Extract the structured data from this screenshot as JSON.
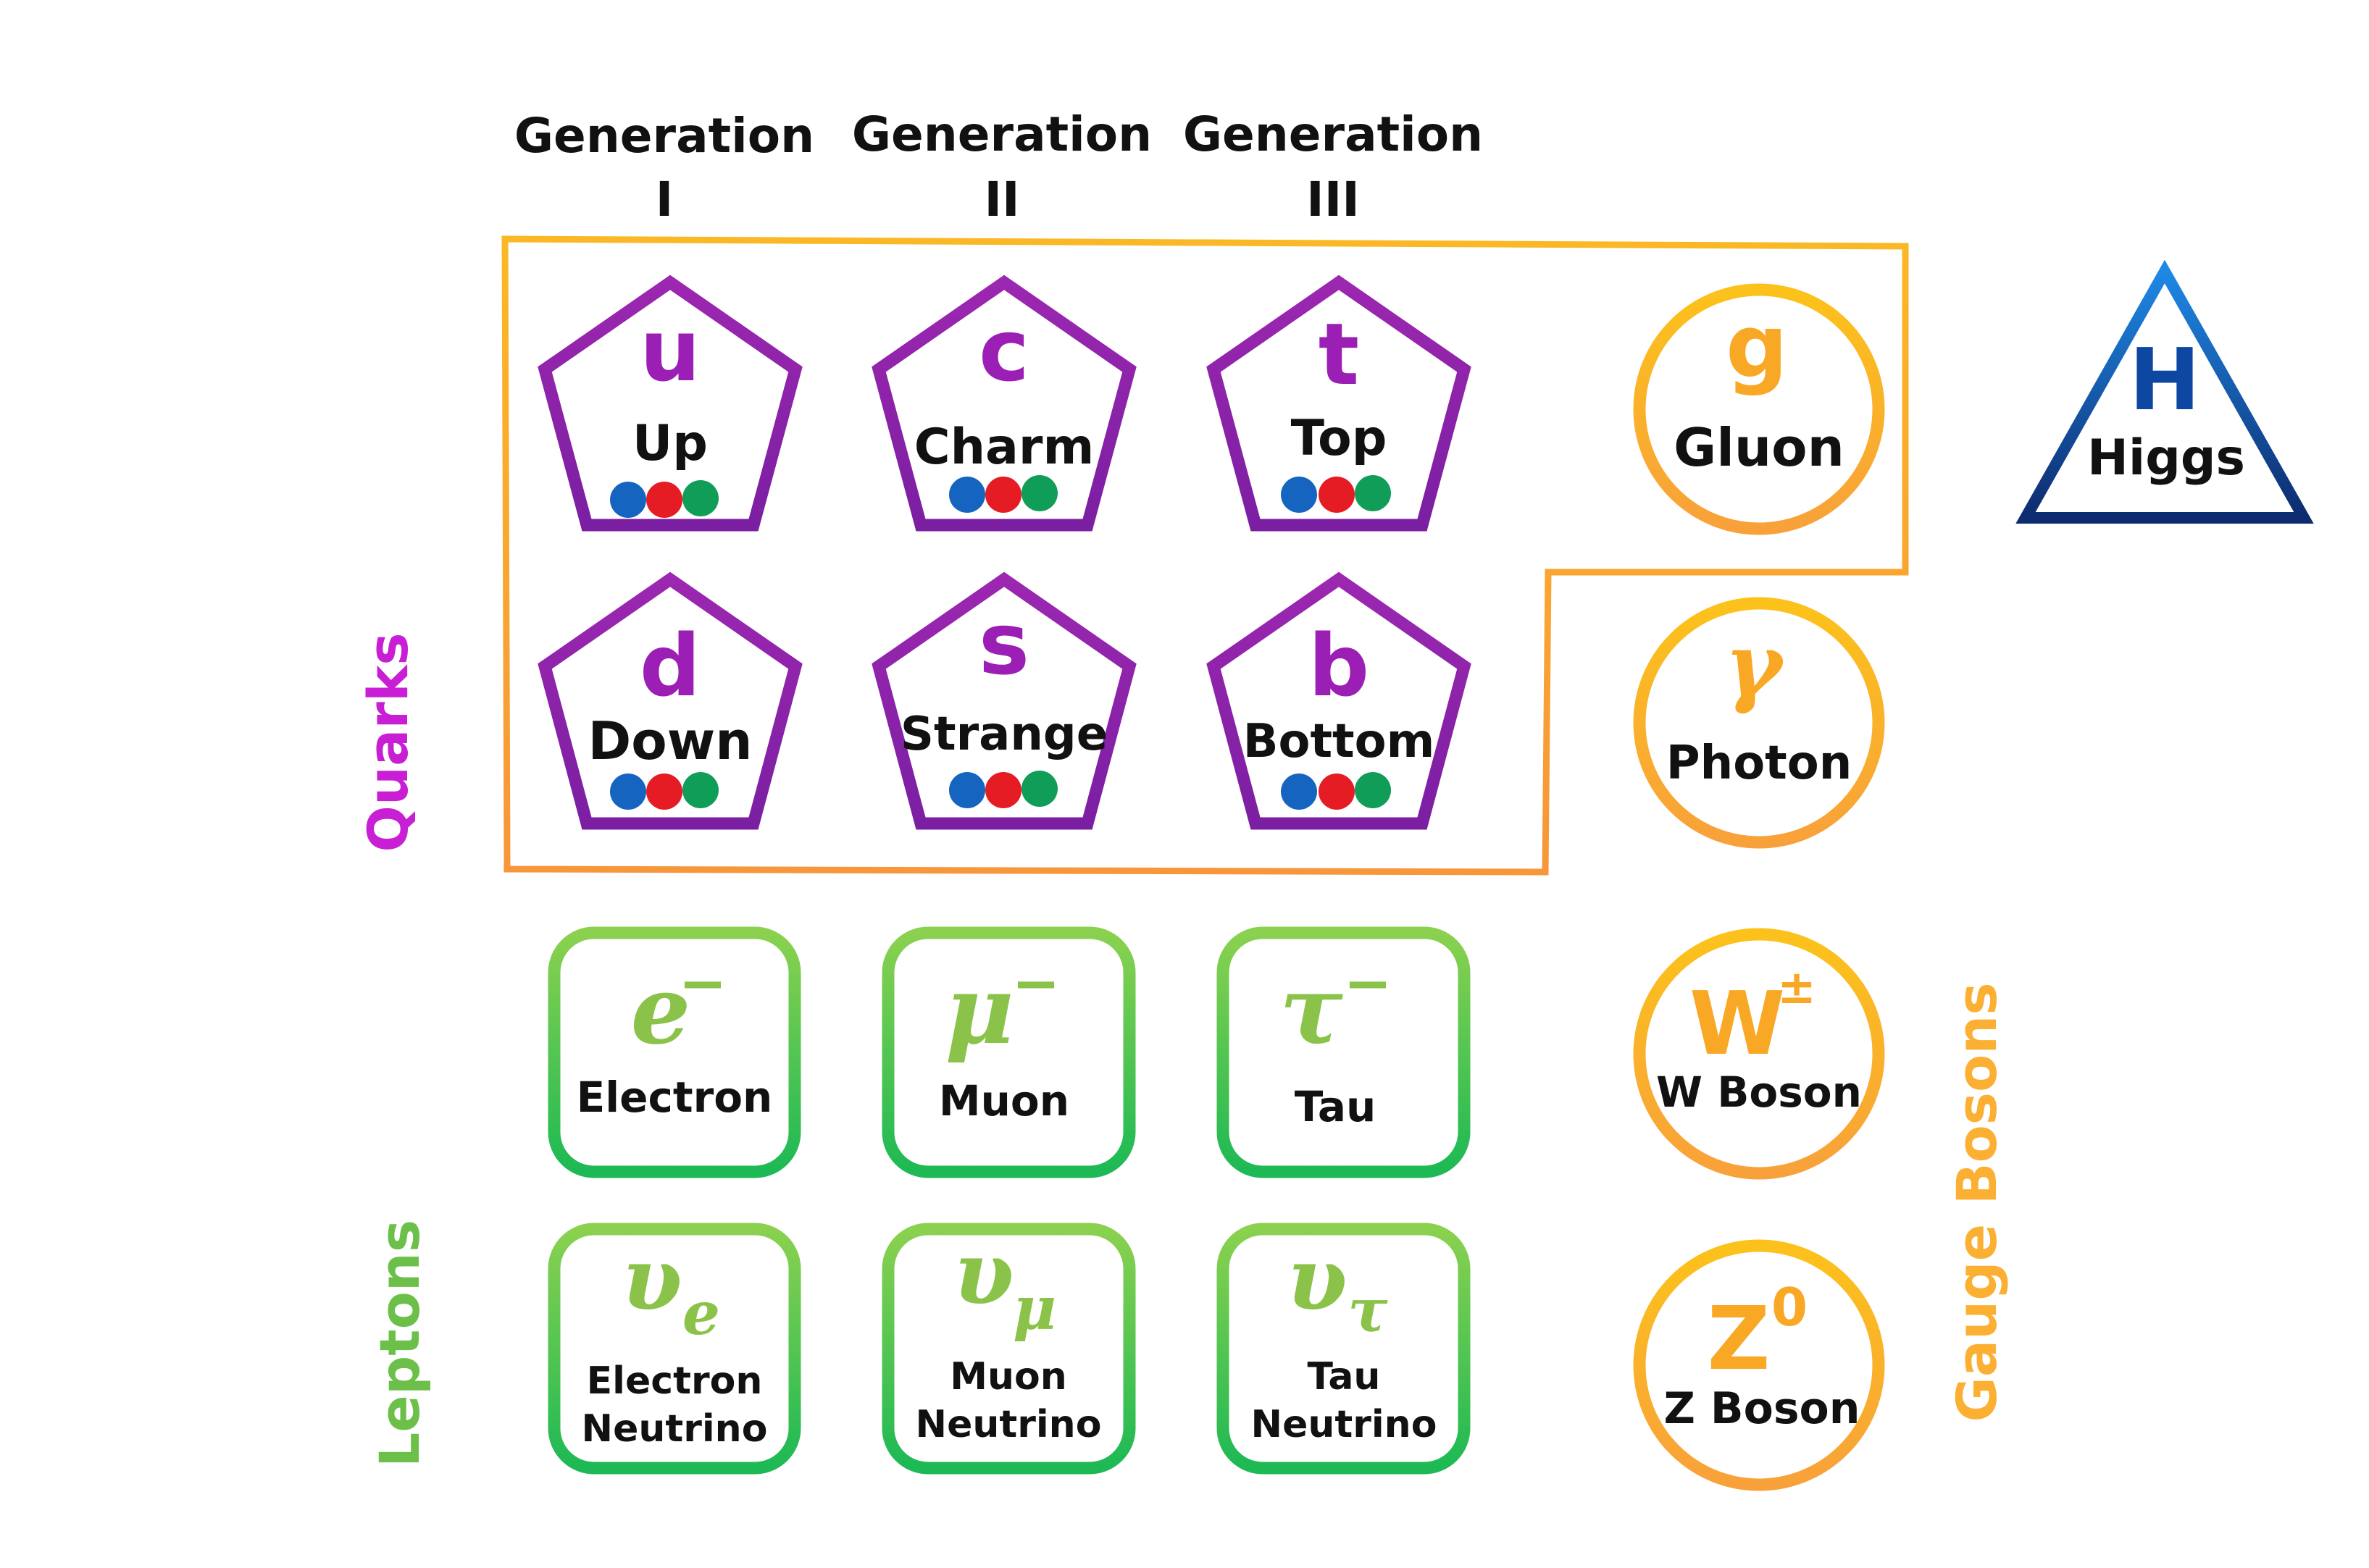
{
  "headers": [
    {
      "line1": "Generation",
      "line2": "I"
    },
    {
      "line1": "Generation",
      "line2": "II"
    },
    {
      "line1": "Generation",
      "line2": "III"
    }
  ],
  "quarks": [
    {
      "symbol": "u",
      "name": "Up"
    },
    {
      "symbol": "c",
      "name": "Charm"
    },
    {
      "symbol": "t",
      "name": "Top"
    },
    {
      "symbol": "d",
      "name": "Down"
    },
    {
      "symbol": "s",
      "name": "Strange"
    },
    {
      "symbol": "b",
      "name": "Bottom"
    }
  ],
  "leptons": [
    {
      "symbol": "e",
      "sup": "−",
      "sub": "",
      "name1": "Electron",
      "name2": ""
    },
    {
      "symbol": "μ",
      "sup": "−",
      "sub": "",
      "name1": "Muon",
      "name2": ""
    },
    {
      "symbol": "τ",
      "sup": "−",
      "sub": "",
      "name1": "Tau",
      "name2": ""
    },
    {
      "symbol": "υ",
      "sup": "",
      "sub": "e",
      "name1": "Electron",
      "name2": "Neutrino"
    },
    {
      "symbol": "υ",
      "sup": "",
      "sub": "μ",
      "name1": "Muon",
      "name2": "Neutrino"
    },
    {
      "symbol": "υ",
      "sup": "",
      "sub": "τ",
      "name1": "Tau",
      "name2": "Neutrino"
    }
  ],
  "bosons": [
    {
      "symbol": "g",
      "sup": "",
      "name": "Gluon"
    },
    {
      "symbol": "γ",
      "sup": "",
      "name": "Photon"
    },
    {
      "symbol": "W",
      "sup": "±",
      "name": "W Boson"
    },
    {
      "symbol": "Z",
      "sup": "0",
      "name": "Z Boson"
    }
  ],
  "higgs": {
    "symbol": "H",
    "name": "Higgs"
  },
  "side_labels": {
    "quarks": "Quarks",
    "leptons": "Leptons",
    "gauge_bosons": "Gauge Bosons"
  },
  "colors": {
    "quark_purple": "#9b1fb5",
    "color_charge": [
      "#1565c0",
      "#e51c23",
      "#0f9d58"
    ],
    "lepton_green": "#8bc34a",
    "boson_orange": "#fbb034",
    "higgs_blue": "#0d47a1",
    "quarks_label": "#c81ed4",
    "leptons_label": "#6cc04a",
    "gauge_label": "#fbb034"
  }
}
